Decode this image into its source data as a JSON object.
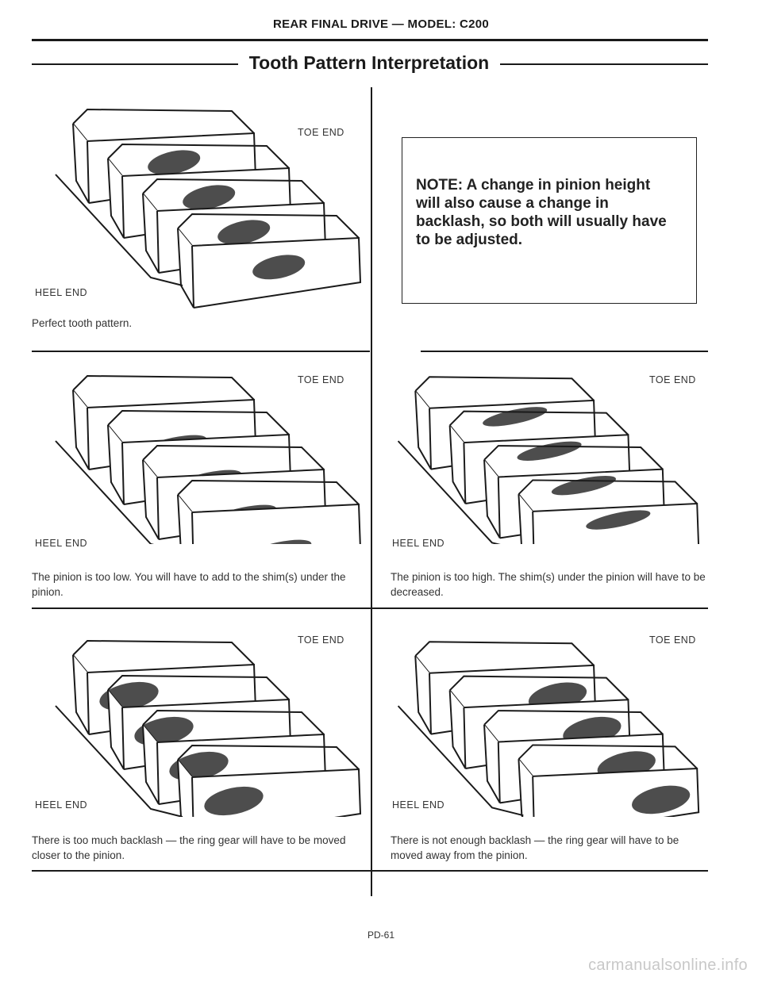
{
  "header": {
    "title": "REAR FINAL DRIVE — MODEL: C200"
  },
  "section": {
    "title": "Tooth Pattern Interpretation"
  },
  "panels": [
    {
      "toe_label": "TOE END",
      "heel_label": "HEEL END",
      "caption": "Perfect tooth pattern."
    },
    {
      "toe_label": "TOE END",
      "heel_label": "HEEL END",
      "caption": "The pinion is too low. You will have to add to the shim(s) under the pinion."
    },
    {
      "toe_label": "TOE END",
      "heel_label": "HEEL END",
      "caption": "The pinion is too high. The shim(s) under the pinion will have to be decreased."
    },
    {
      "toe_label": "TOE END",
      "heel_label": "HEEL END",
      "caption": "There is too much backlash — the ring gear will have to be moved closer to the pinion."
    },
    {
      "toe_label": "TOE END",
      "heel_label": "HEEL END",
      "caption": "There is not enough backlash — the ring gear will have to be moved away from the pinion."
    }
  ],
  "note": {
    "text": "NOTE: A change in pinion height will also cause a change in backlash, so both will usually have to be adjusted."
  },
  "footer": {
    "page_number": "PD-61",
    "watermark": "carmanualsonline.info"
  }
}
